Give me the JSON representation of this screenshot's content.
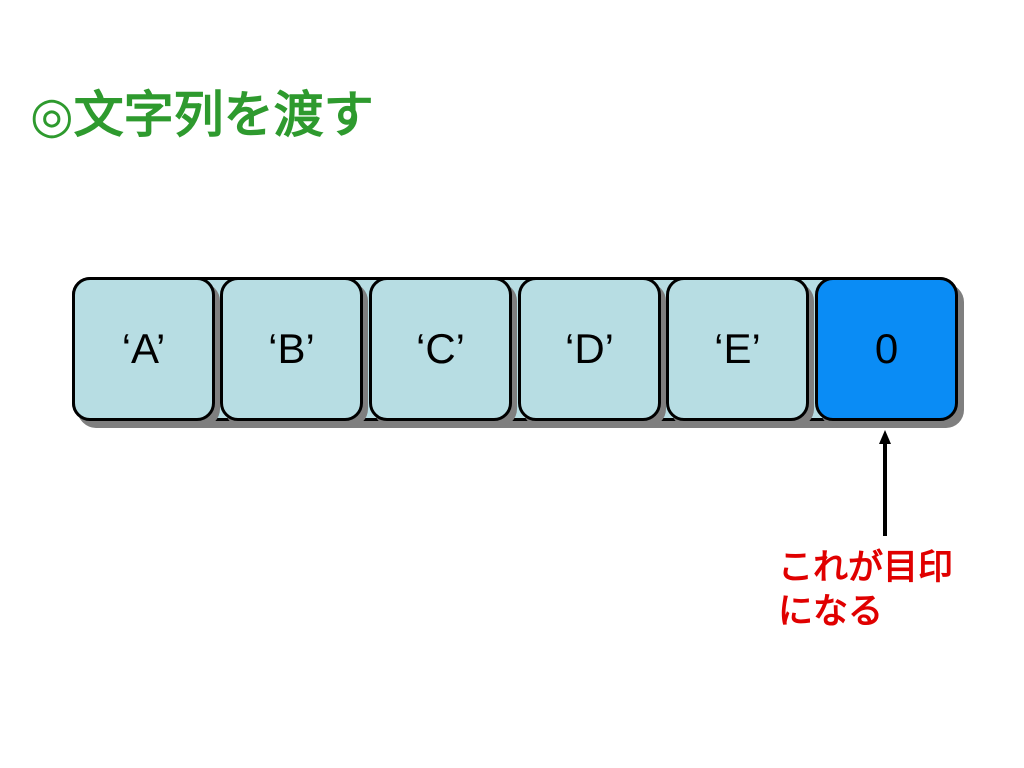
{
  "slide": {
    "title": "◎文字列を渡す",
    "title_color": "#2e9a2e"
  },
  "array": {
    "cells": [
      {
        "label": "‘A’",
        "color": "#b7dde3"
      },
      {
        "label": "‘B’",
        "color": "#b7dde3"
      },
      {
        "label": "‘C’",
        "color": "#b7dde3"
      },
      {
        "label": "‘D’",
        "color": "#b7dde3"
      },
      {
        "label": "‘E’",
        "color": "#b7dde3"
      },
      {
        "label": "0",
        "color": "#0a8cf5"
      }
    ]
  },
  "annotation": {
    "line1": "これが目印",
    "line2": "になる",
    "color": "#e00000"
  }
}
